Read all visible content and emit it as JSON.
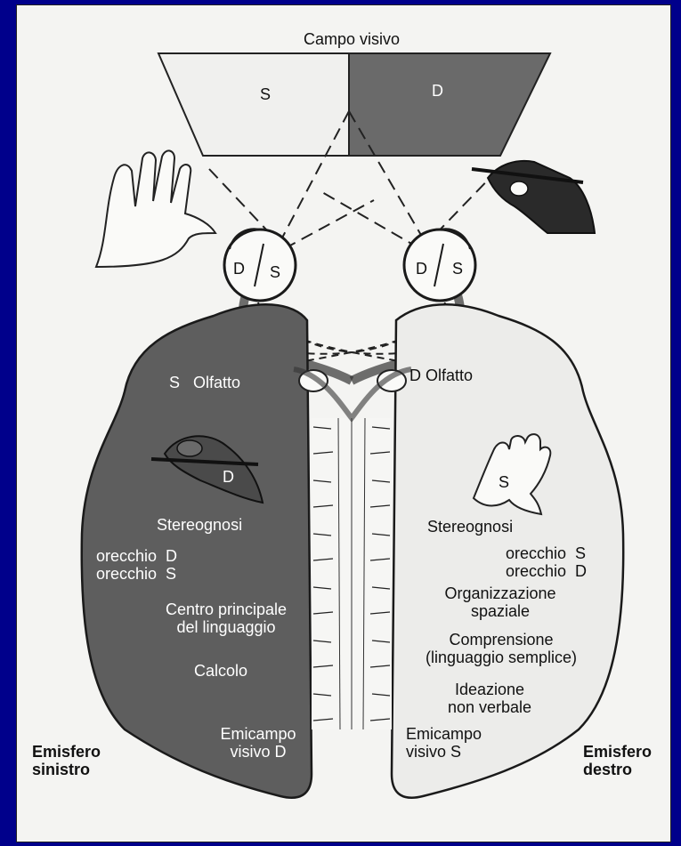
{
  "title": "Campo visivo",
  "visual_field": {
    "left": "S",
    "right": "D"
  },
  "eyes": {
    "left": {
      "a": "D",
      "b": "S"
    },
    "right": {
      "a": "D",
      "b": "S"
    }
  },
  "left_hemisphere": {
    "smell": "S   Olfatto",
    "hand_label": "D",
    "stereognosis": "Stereognosi",
    "ears": "orecchio  D\norecchio  S",
    "language": "Centro principale\ndel linguaggio",
    "calc": "Calcolo",
    "hemifield": "Emicampo\nvisivo D",
    "name": "Emisfero\nsinistro"
  },
  "right_hemisphere": {
    "smell": "D Olfatto",
    "hand_label": "S",
    "stereognosis": "Stereognosi",
    "ears": "orecchio  S\norecchio  D",
    "spatial": "Organizzazione\nspaziale",
    "comprehension": "Comprensione\n(linguaggio semplice)",
    "ideation": "Ideazione\nnon verbale",
    "hemifield": "Emicampo\nvisivo S",
    "name": "Emisfero\ndestro"
  },
  "colors": {
    "background": "#00008b",
    "paper": "#f4f4f2",
    "left_hemisphere": "#5e5e5e",
    "right_hemisphere": "#ececea",
    "right_field": "#6a6a6a"
  }
}
